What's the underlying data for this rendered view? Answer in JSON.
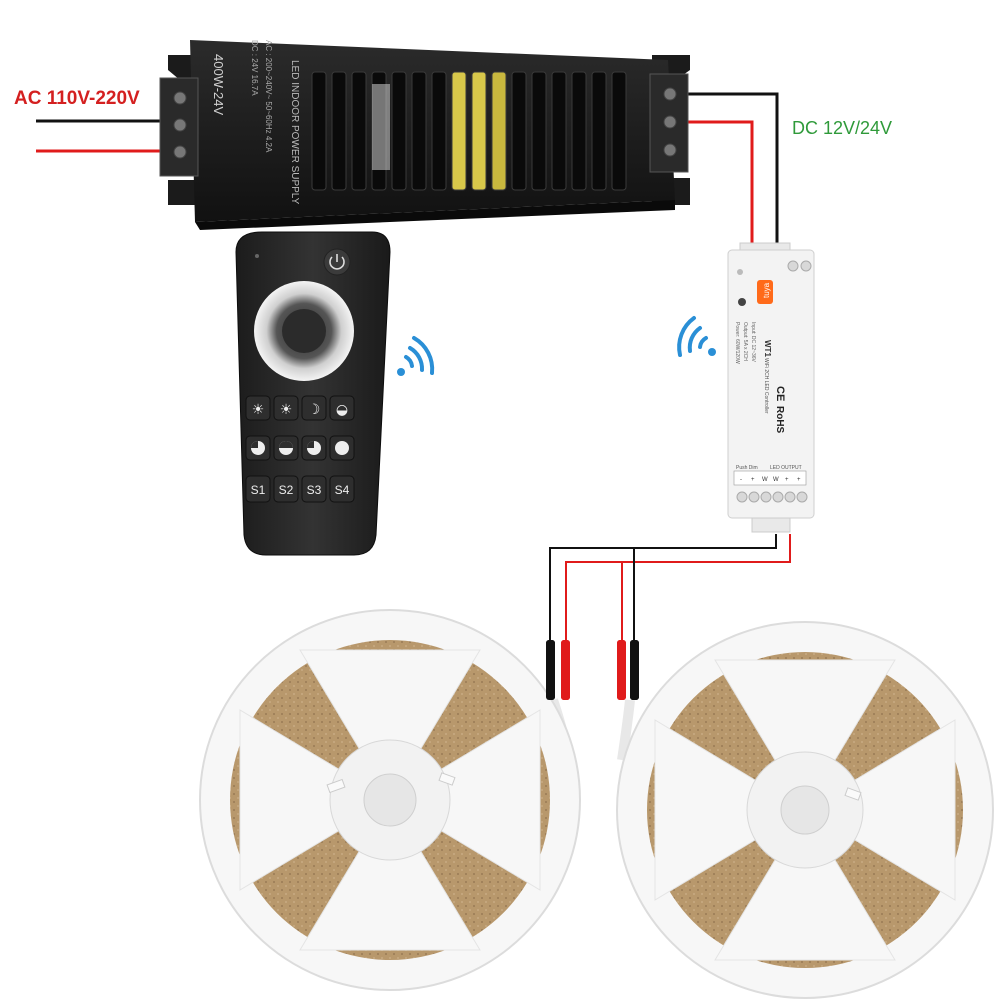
{
  "labels": {
    "ac_input": "AC 110V-220V",
    "dc_output": "DC 12V/24V"
  },
  "power_supply": {
    "model": "400W-24V",
    "title": "LED INDOOR POWER SUPPLY",
    "rating_ac": "AC : 200~240V~ 50~60Hz 4.2A",
    "rating_dc": "DC : 24V 16.7A"
  },
  "controller": {
    "model": "WT1",
    "subtitle": "WiFi 2CH LED Controller",
    "brand": "tuya",
    "ce": "CE",
    "rohs": "RoHS",
    "spec_lines": [
      "Input: DC 12~36V",
      "Output: 5A x 2CH",
      "Power: 60W/120W"
    ],
    "push_dim": "Push Dim",
    "led_output": "LED OUTPUT",
    "terminals": [
      "-",
      "+",
      "W",
      "W",
      "+",
      "+"
    ]
  },
  "remote": {
    "buttons_row1": [
      "☀",
      "☀",
      "☽",
      "◒"
    ],
    "scene_buttons": [
      "S1",
      "S2",
      "S3",
      "S4"
    ]
  },
  "colors": {
    "ac_label": "#d42020",
    "dc_label": "#2f9a3a",
    "wire_red": "#e01b1b",
    "wire_black": "#111111",
    "signal_blue": "#2a8fd6",
    "strip_cob": "#b89a72"
  }
}
